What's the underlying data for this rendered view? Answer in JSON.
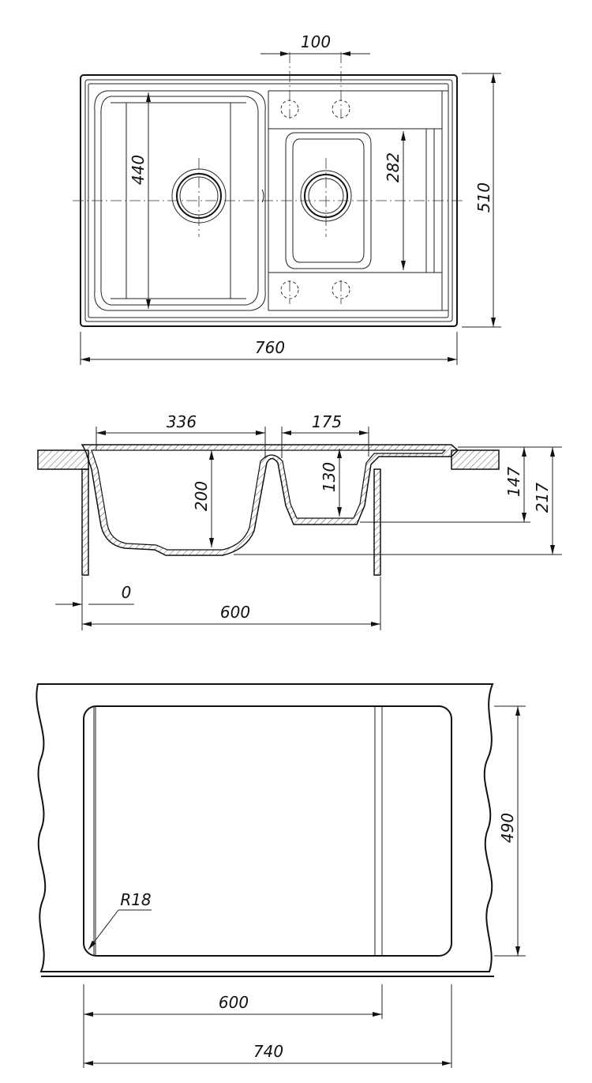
{
  "top_view": {
    "dim_width": "760",
    "dim_height": "510",
    "dim_left_bowl": "440",
    "dim_right_bowl": "282",
    "dim_hole_spacing": "100"
  },
  "section_view": {
    "dim_main_bowl_width": "336",
    "dim_small_bowl_width": "175",
    "dim_main_depth": "200",
    "dim_small_depth": "130",
    "dim_total_147": "147",
    "dim_total_217": "217",
    "dim_zero": "0",
    "dim_cabinet": "600"
  },
  "cutout_view": {
    "dim_height": "490",
    "dim_radius": "R18",
    "dim_cabinet": "600",
    "dim_width": "740"
  }
}
